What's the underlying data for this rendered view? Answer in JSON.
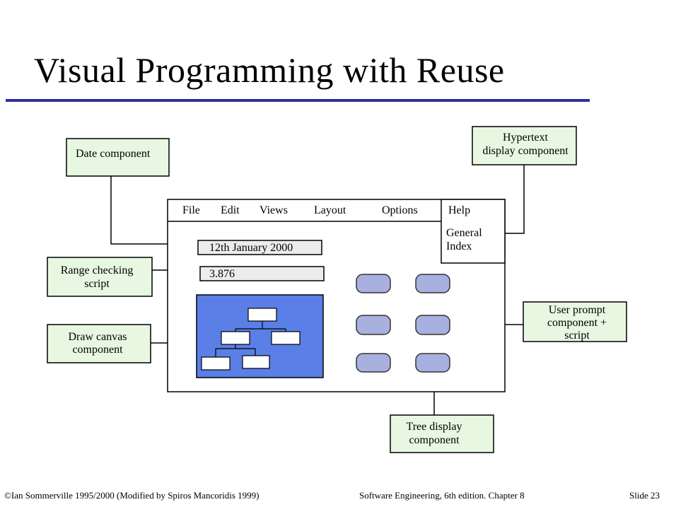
{
  "slide": {
    "title": "Visual Programming with Reuse",
    "footer_left": "©Ian Sommerville  1995/2000 (Modified by Spiros Mancoridis 1999)",
    "footer_center": "Software Engineering, 6th edition. Chapter 8",
    "footer_right": "Slide  23"
  },
  "colors": {
    "title_rule": "#2f2f9b",
    "callout_fill": "#e8f7e2",
    "callout_border": "#000000",
    "canvas_fill": "#5a7fe6",
    "button_fill": "#a8b0e0"
  },
  "window": {
    "menu": [
      "File",
      "Edit",
      "Views",
      "Layout",
      "Options",
      "Help"
    ],
    "help_items": [
      "General",
      "Index"
    ],
    "date_field": "12th January 2000",
    "number_field": "3.876"
  },
  "callouts": {
    "date_component": [
      "Date component"
    ],
    "hypertext_component": [
      "Hypertext",
      "display component"
    ],
    "range_checking": [
      "Range checking",
      "script"
    ],
    "draw_canvas": [
      "Draw canvas",
      "component"
    ],
    "user_prompt": [
      "User prompt",
      "component +",
      "script"
    ],
    "tree_display": [
      "Tree display",
      "component"
    ]
  }
}
